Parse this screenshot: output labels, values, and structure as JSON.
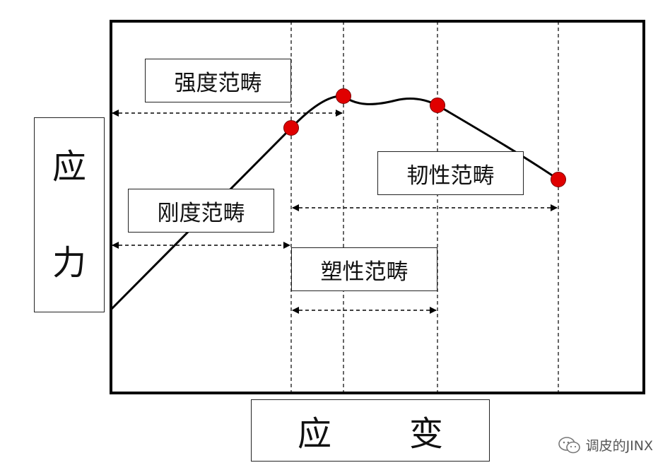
{
  "y_axis": {
    "char1": "应",
    "char2": "力"
  },
  "x_axis": {
    "char1": "应",
    "char2": "变"
  },
  "ranges": {
    "strength": "强度范畴",
    "stiffness": "刚度范畴",
    "toughness": "韧性范畴",
    "plasticity": "塑性范畴"
  },
  "points": [
    "yield-point",
    "ultimate-point",
    "necking-point",
    "fracture-point"
  ],
  "colors": {
    "curve": "#000000",
    "point": "#e00000",
    "frame": "#000000"
  },
  "watermark": {
    "icon": "wechat-icon",
    "text": "调皮的JINX"
  }
}
